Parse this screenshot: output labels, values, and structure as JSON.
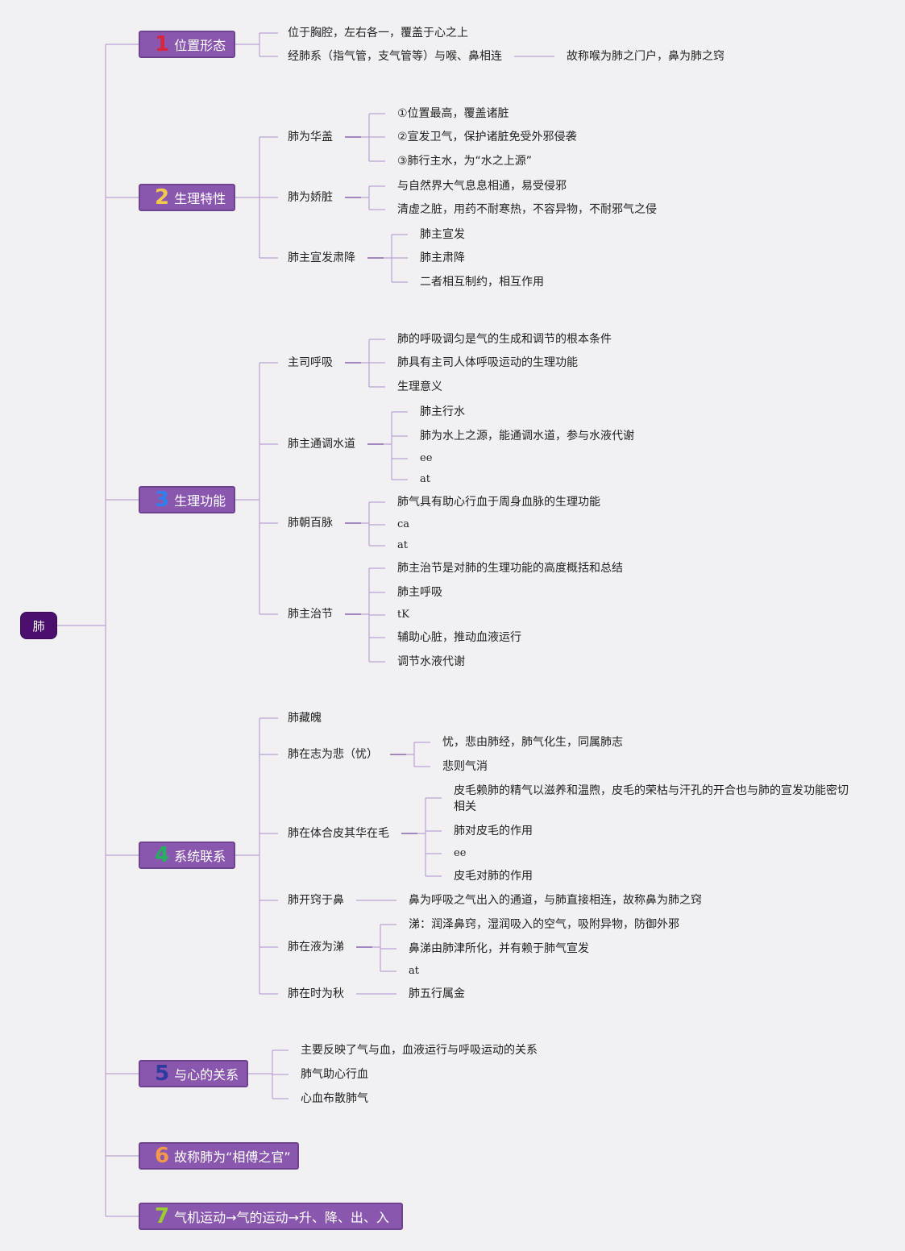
{
  "root": "肺",
  "branches": [
    {
      "num": "1",
      "num_color": "#d7263d",
      "label": "位置形态"
    },
    {
      "num": "2",
      "num_color": "#f2c94c",
      "label": "生理特性"
    },
    {
      "num": "3",
      "num_color": "#2f80ed",
      "label": "生理功能"
    },
    {
      "num": "4",
      "num_color": "#27ae60",
      "label": "系统联系"
    },
    {
      "num": "5",
      "num_color": "#2d3a9e",
      "label": "与心的关系"
    },
    {
      "num": "6",
      "num_color": "#f2994a",
      "label": "故称肺为“相傅之官”"
    },
    {
      "num": "7",
      "num_color": "#9acd32",
      "label": "气机运动→气的运动→升、降、出、入"
    }
  ],
  "nodes": {
    "b1": [
      "位于胸腔，左右各一，覆盖于心之上",
      "经肺系（指气管，支气管等）与喉、鼻相连",
      "故称喉为肺之门户，鼻为肺之窍"
    ],
    "b2": [
      "肺为华盖",
      "①位置最高，覆盖诸脏",
      "②宣发卫气，保护诸脏免受外邪侵袭",
      "③肺行主水，为“水之上源”",
      "肺为娇脏",
      "与自然界大气息息相通，易受侵邪",
      "清虚之脏，用药不耐寒热，不容异物，不耐邪气之侵",
      "肺主宣发肃降",
      "肺主宣发",
      "肺主肃降",
      "二者相互制约，相互作用"
    ],
    "b3": [
      "主司呼吸",
      "肺的呼吸调匀是气的生成和调节的根本条件",
      "肺具有主司人体呼吸运动的生理功能",
      "生理意义",
      "肺主通调水道",
      "肺主行水",
      "肺为水上之源，能通调水道，参与水液代谢",
      "ee",
      "at",
      "肺朝百脉",
      "肺气具有助心行血于周身血脉的生理功能",
      "ca",
      "at",
      "肺主治节",
      "肺主治节是对肺的生理功能的高度概括和总结",
      "肺主呼吸",
      "tK",
      "辅助心脏，推动血液运行",
      "调节水液代谢"
    ],
    "b4": [
      "肺藏魄",
      "肺在志为悲（忧）",
      "忧，悲由肺经，肺气化生，同属肺志",
      "悲则气消",
      "肺在体合皮其华在毛",
      "皮毛赖肺的精气以滋养和温煦，皮毛的荣枯与汗孔的开合也与肺的宣发功能密切相关",
      "肺对皮毛的作用",
      "ee",
      "皮毛对肺的作用",
      "肺开窍于鼻",
      "鼻为呼吸之气出入的通道，与肺直接相连，故称鼻为肺之窍",
      "肺在液为涕",
      "涕：润泽鼻窍，湿润吸入的空气，吸附异物，防御外邪",
      "鼻涕由肺津所化，并有赖于肺气宣发",
      "at",
      "肺在时为秋",
      "肺五行属金"
    ],
    "b5": [
      "主要反映了气与血，血液运行与呼吸运动的关系",
      "肺气助心行血",
      "心血布散肺气"
    ]
  },
  "colors": {
    "line": "#a98cc4",
    "line_strong": "#8e6bb3",
    "branch_bg": "#8a57ae",
    "root_bg": "#4b0f6d"
  }
}
